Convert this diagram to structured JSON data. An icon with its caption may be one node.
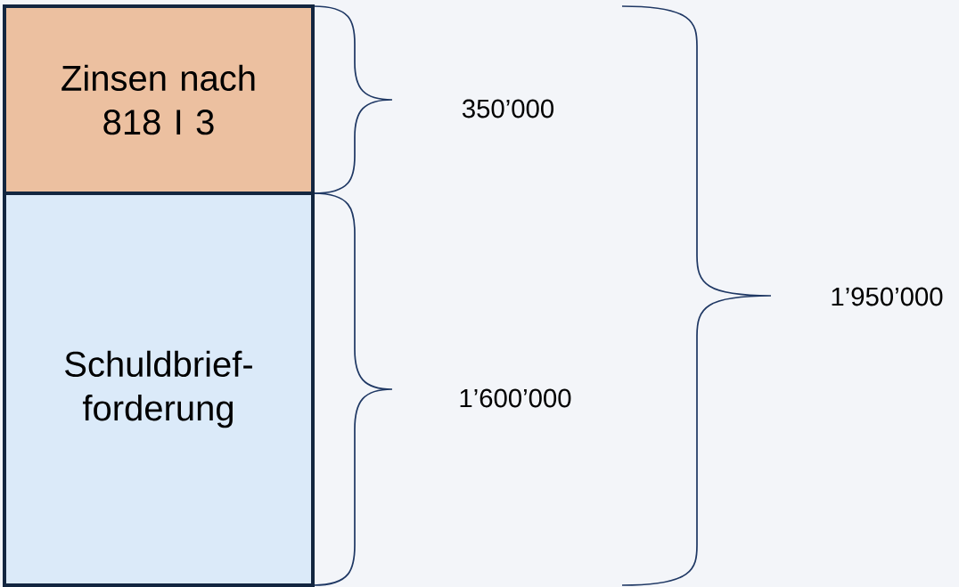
{
  "diagram": {
    "nodes": [
      {
        "text": [
          "Zinsen nach 818 I 3"
        ]
      },
      {
        "text": [
          "Schuldbrief-forderung"
        ]
      }
    ],
    "labels": [
      "350’000",
      "1’600’000",
      "1’950’000"
    ]
  }
}
